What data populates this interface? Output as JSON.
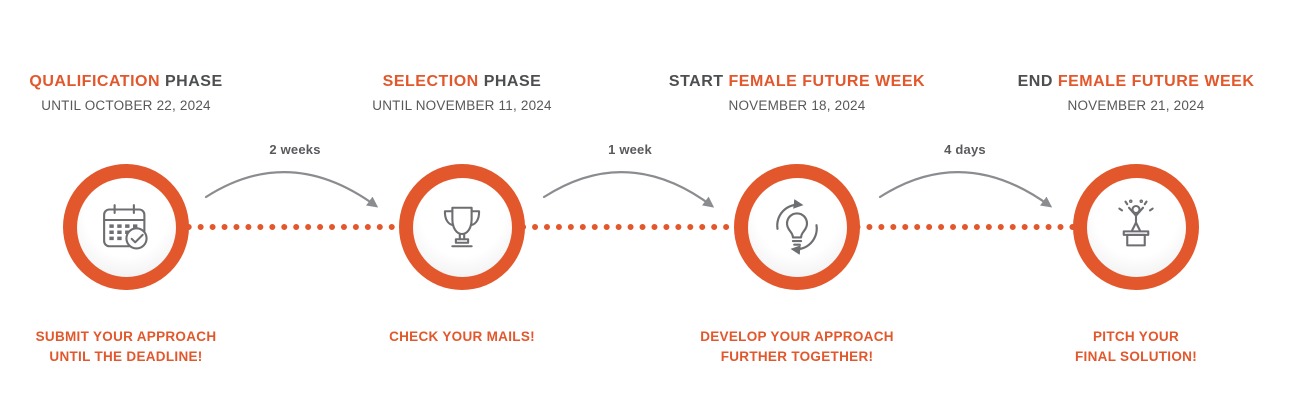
{
  "colors": {
    "accent": "#e2572b",
    "dark": "#4d4e50",
    "icon": "#6d6e71",
    "arrow": "#8a8c8f"
  },
  "phases": [
    {
      "title_prefix": "",
      "title_accent": "QUALIFICATION",
      "title_suffix": "PHASE",
      "subtitle": "UNTIL OCTOBER 22, 2024",
      "icon": "calendar-check-icon",
      "caption": "SUBMIT YOUR APPROACH\nUNTIL THE DEADLINE!"
    },
    {
      "title_prefix": "",
      "title_accent": "SELECTION",
      "title_suffix": "PHASE",
      "subtitle": "UNTIL NOVEMBER 11, 2024",
      "icon": "trophy-icon",
      "caption": "CHECK YOUR MAILS!"
    },
    {
      "title_prefix": "START",
      "title_accent": "FEMALE FUTURE WEEK",
      "title_suffix": "",
      "subtitle": "NOVEMBER 18, 2024",
      "icon": "lightbulb-cycle-icon",
      "caption": "DEVELOP YOUR APPROACH\nFURTHER TOGETHER!"
    },
    {
      "title_prefix": "END",
      "title_accent": "FEMALE FUTURE WEEK",
      "title_suffix": "",
      "subtitle": "NOVEMBER 21, 2024",
      "icon": "winner-podium-icon",
      "caption": "PITCH YOUR\nFINAL SOLUTION!"
    }
  ],
  "connectors": [
    {
      "label": "2 weeks"
    },
    {
      "label": "1 week"
    },
    {
      "label": "4 days"
    }
  ]
}
